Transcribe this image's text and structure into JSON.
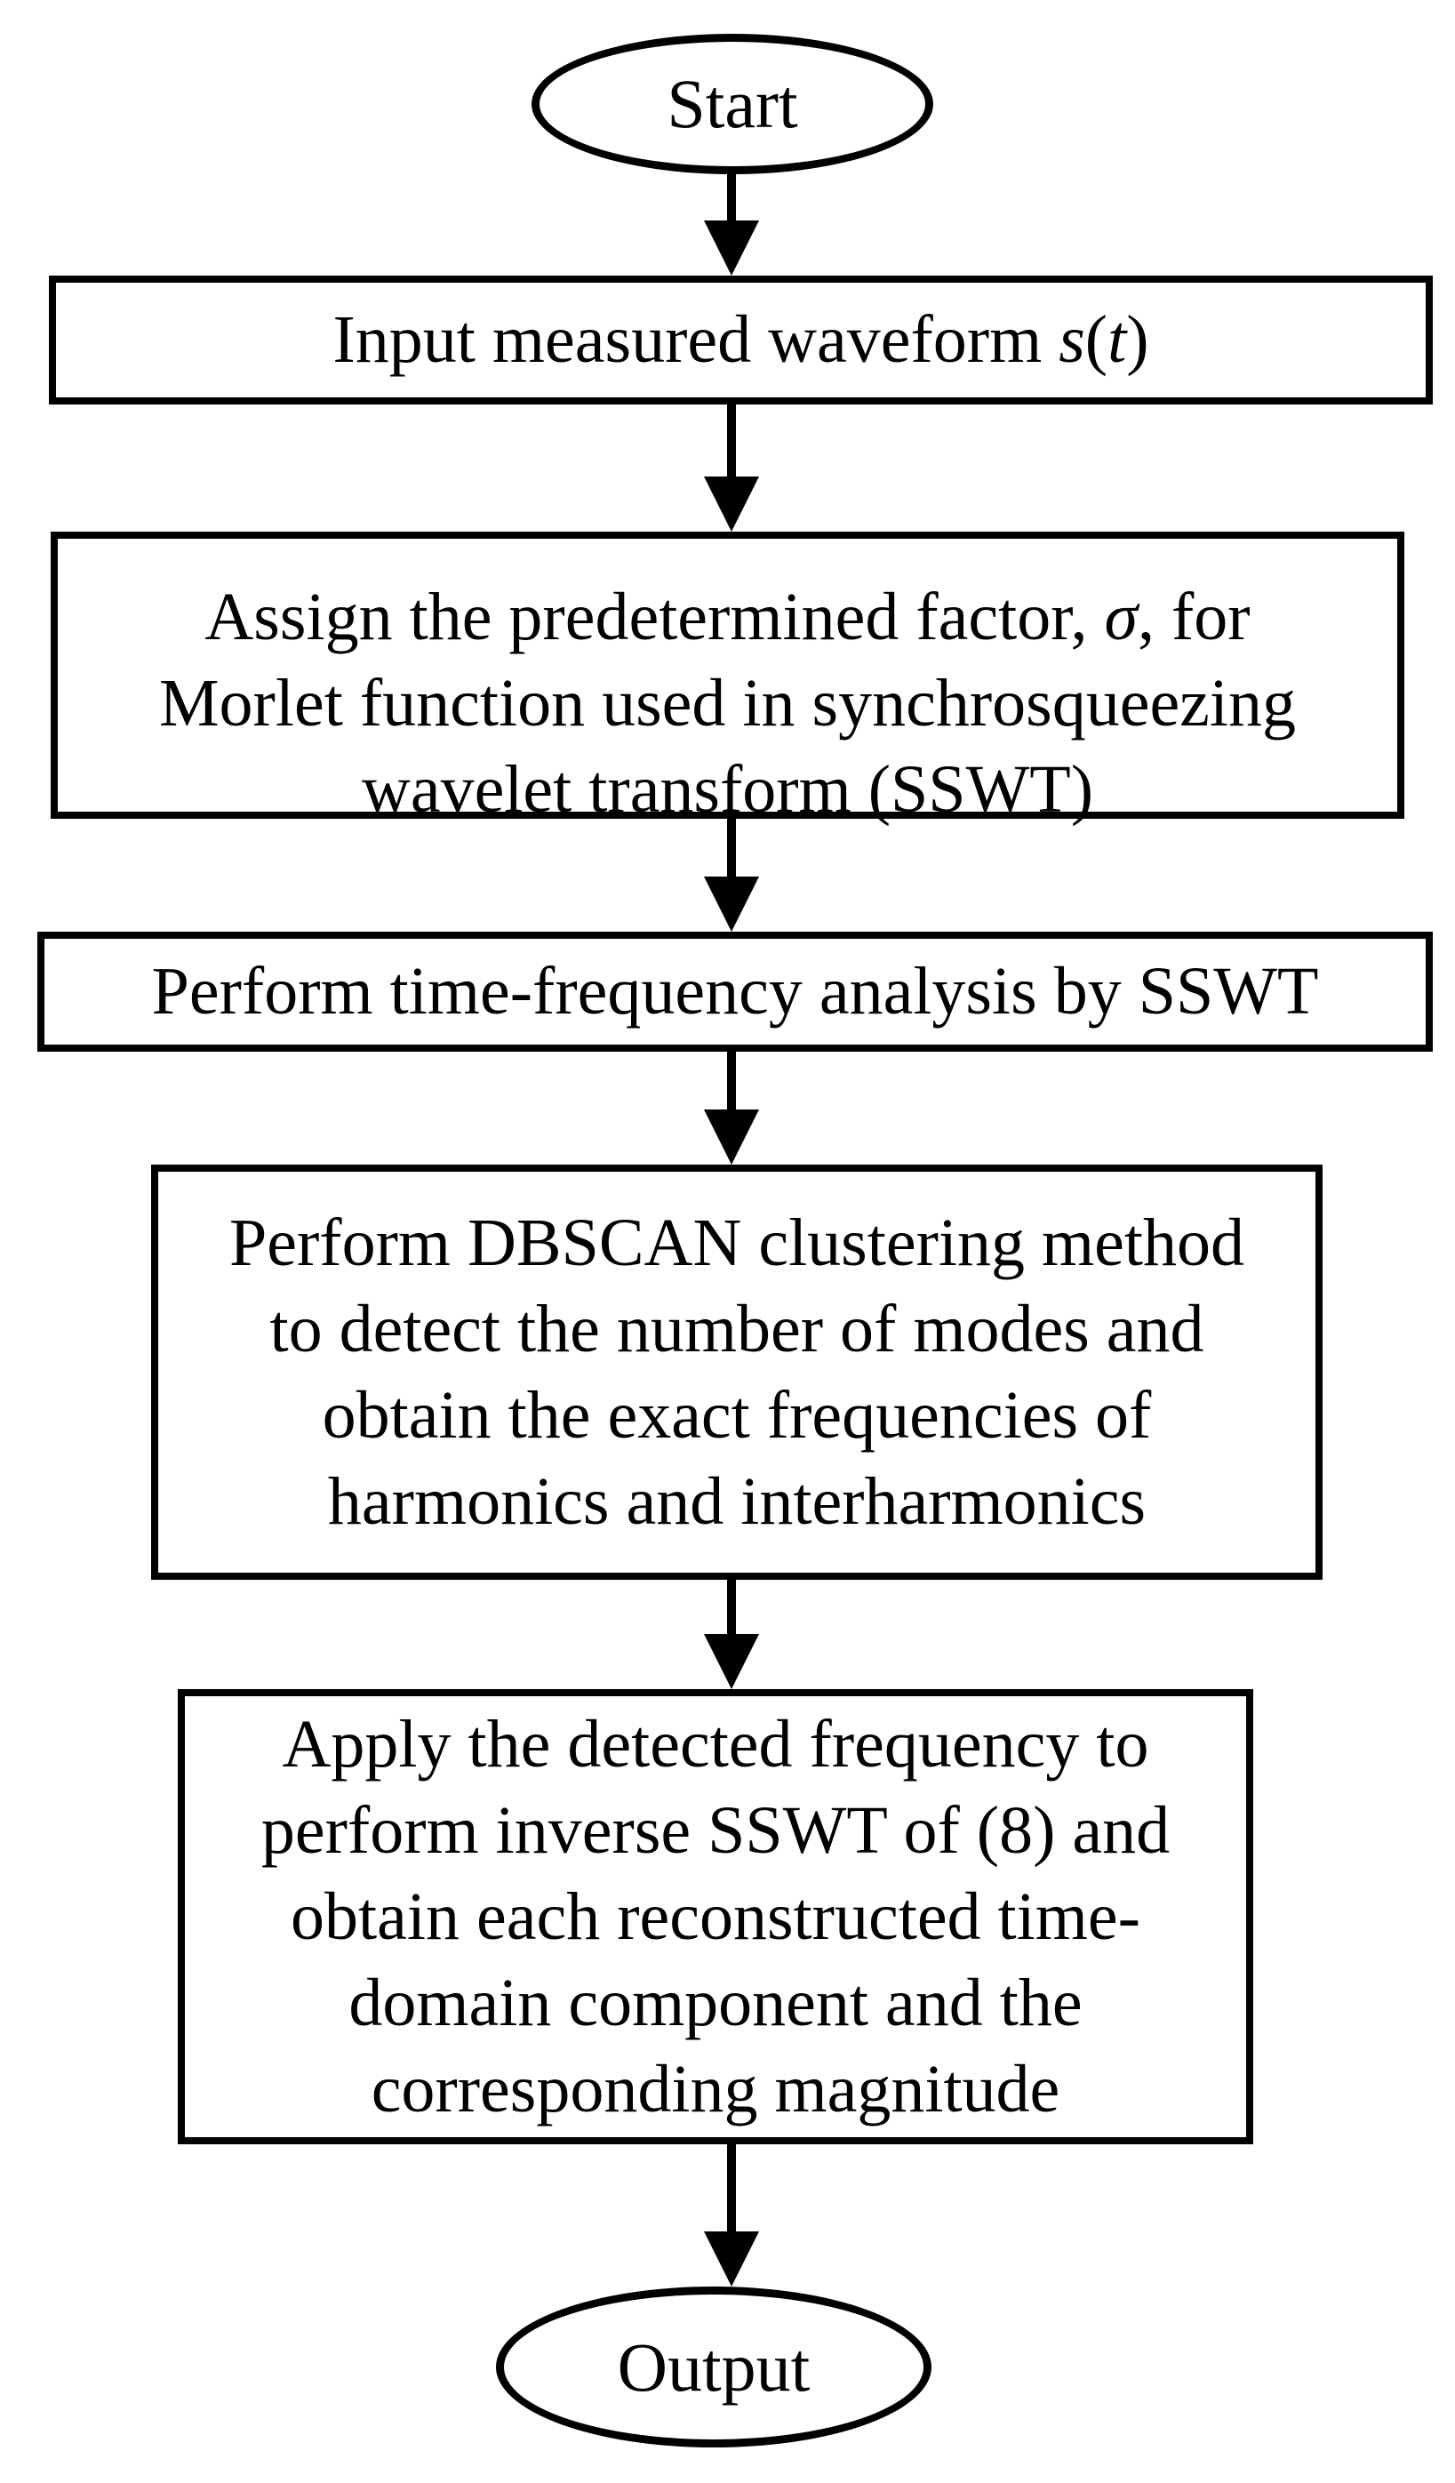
{
  "colors": {
    "ink": "#000000",
    "paper": "#ffffff"
  },
  "flow": {
    "start": {
      "label": "Start"
    },
    "input": {
      "segments": [
        "Input measured waveform ",
        "s",
        "(",
        "t",
        ")"
      ]
    },
    "assign": {
      "l1a": "Assign the predetermined factor, ",
      "sigma": "σ",
      "l1b": ", for",
      "l2": "Morlet function used in synchrosqueezing",
      "l3": "wavelet transform (SSWT)"
    },
    "tfa": {
      "label": "Perform time-frequency analysis by SSWT"
    },
    "dbscan": {
      "lines": [
        "Perform DBSCAN clustering method",
        "to detect the number of modes and",
        "obtain the exact frequencies of",
        "harmonics and interharmonics"
      ]
    },
    "isswt": {
      "lines": [
        "Apply the detected frequency to",
        "perform inverse SSWT of (8) and",
        "obtain each reconstructed time-",
        "domain component and the",
        "corresponding magnitude"
      ]
    },
    "output": {
      "label": "Output"
    }
  }
}
